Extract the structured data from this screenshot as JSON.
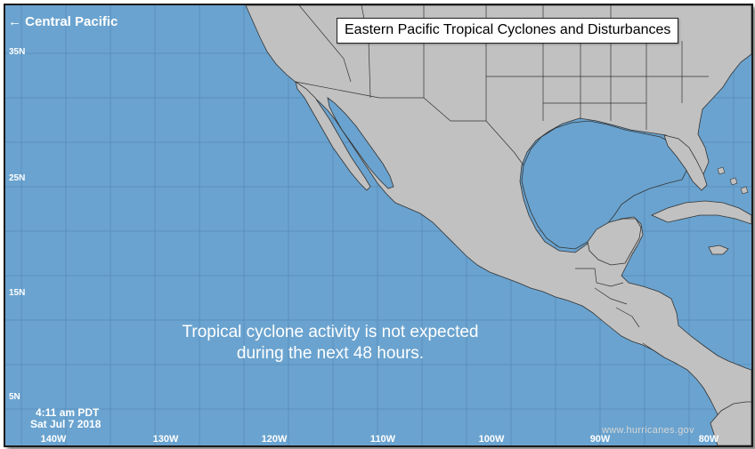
{
  "navigation": {
    "back_arrow": "←",
    "central_pacific_label": "Central Pacific"
  },
  "title": "Eastern Pacific Tropical Cyclones and Disturbances",
  "latitude_labels": [
    "35N",
    "25N",
    "15N",
    "5N"
  ],
  "longitude_labels": [
    "140W",
    "130W",
    "120W",
    "110W",
    "100W",
    "90W",
    "80W"
  ],
  "message": {
    "line1": "Tropical cyclone activity is not expected",
    "line2": "during the next 48 hours."
  },
  "timestamp": {
    "time": "4:11 am PDT",
    "date": "Sat Jul 7 2018"
  },
  "watermark": "www.hurricanes.gov",
  "colors": {
    "ocean": "#6aa3cf",
    "land": "#c1c1c1",
    "border": "#333333",
    "grid": "#5a8fbd"
  }
}
